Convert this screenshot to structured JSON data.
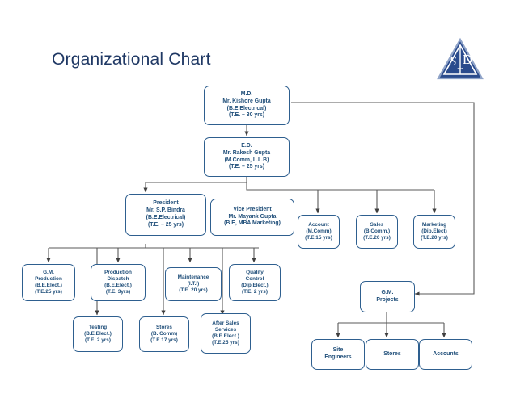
{
  "page": {
    "title": "Organizational Chart",
    "background": "#ffffff",
    "title_color": "#1F3864",
    "box_border_color": "#2E5F8F",
    "box_text_color": "#1F4E79",
    "connector_color": "#595959",
    "logo_color": "#2A4B8D"
  },
  "logo": {
    "name": "sdt-triangle-logo",
    "letters": [
      "S",
      "D",
      "T"
    ]
  },
  "chart_data": {
    "type": "diagram",
    "title": "Organizational Chart",
    "nodes": [
      {
        "id": "md",
        "lines": [
          "M.D.",
          "Mr. Kishore Gupta",
          "(B.E.Electrical)",
          "(T.E. – 30 yrs)"
        ]
      },
      {
        "id": "ed",
        "lines": [
          "E.D.",
          "Mr. Rakesh Gupta",
          "(M.Comm, L.L.B)",
          "(T.E. – 25 yrs)"
        ]
      },
      {
        "id": "president",
        "lines": [
          "President",
          "Mr. S.P. Bindra",
          "(B.E.Electrical)",
          "(T.E. – 25 yrs)"
        ]
      },
      {
        "id": "vice-president",
        "lines": [
          "Vice President",
          "Mr. Mayank Gupta",
          "(B.E, MBA Marketing)"
        ]
      },
      {
        "id": "account",
        "lines": [
          "Account",
          "(M.Comm)",
          "(T.E.15 yrs)"
        ]
      },
      {
        "id": "sales",
        "lines": [
          "Sales",
          "(B.Comm.)",
          "(T.E.20 yrs)"
        ]
      },
      {
        "id": "marketing",
        "lines": [
          "Marketing",
          "(Dip.Elect)",
          "(T.E.20 yrs)"
        ]
      },
      {
        "id": "gm-production",
        "lines": [
          "G.M.",
          "Production",
          "(B.E.Elect.)",
          "(T.E.25 yrs)"
        ]
      },
      {
        "id": "production-dispatch",
        "lines": [
          "Production",
          "Dispatch",
          "(B.E.Elect.)",
          "(T.E. 3yrs)"
        ]
      },
      {
        "id": "maintenance",
        "lines": [
          "Maintenance",
          "(I.T.I)",
          "(T.E.  20 yrs)"
        ]
      },
      {
        "id": "quality-control",
        "lines": [
          "Quality",
          "Control",
          "(Dip.Elect.)",
          "(T.E. 2 yrs)"
        ]
      },
      {
        "id": "testing",
        "lines": [
          "Testing",
          "(B.E.Elect.)",
          "(T.E. 2 yrs)"
        ]
      },
      {
        "id": "stores",
        "lines": [
          "Stores",
          "(B. Comm)",
          "(T.E.17 yrs)"
        ]
      },
      {
        "id": "after-sales-services",
        "lines": [
          "After Sales",
          "Services",
          "(B.E.Elect.)",
          "(T.E.25 yrs)"
        ]
      },
      {
        "id": "gm-projects",
        "lines": [
          "G.M.",
          "Projects"
        ]
      },
      {
        "id": "site-engineers",
        "lines": [
          "Site",
          "Engineers"
        ]
      },
      {
        "id": "projects-stores",
        "lines": [
          "Stores"
        ]
      },
      {
        "id": "accounts",
        "lines": [
          "Accounts"
        ]
      }
    ],
    "edges": [
      {
        "from": "md",
        "to": "ed"
      },
      {
        "from": "md",
        "to": "gm-projects"
      },
      {
        "from": "ed",
        "to": "president"
      },
      {
        "from": "ed",
        "to": "account"
      },
      {
        "from": "ed",
        "to": "sales"
      },
      {
        "from": "ed",
        "to": "marketing"
      },
      {
        "from": "president",
        "to": "gm-production"
      },
      {
        "from": "president",
        "to": "production-dispatch"
      },
      {
        "from": "president",
        "to": "maintenance"
      },
      {
        "from": "president",
        "to": "quality-control"
      },
      {
        "from": "president",
        "to": "testing"
      },
      {
        "from": "president",
        "to": "stores"
      },
      {
        "from": "president",
        "to": "after-sales-services"
      },
      {
        "from": "gm-projects",
        "to": "site-engineers"
      },
      {
        "from": "gm-projects",
        "to": "projects-stores"
      },
      {
        "from": "gm-projects",
        "to": "accounts"
      }
    ]
  }
}
